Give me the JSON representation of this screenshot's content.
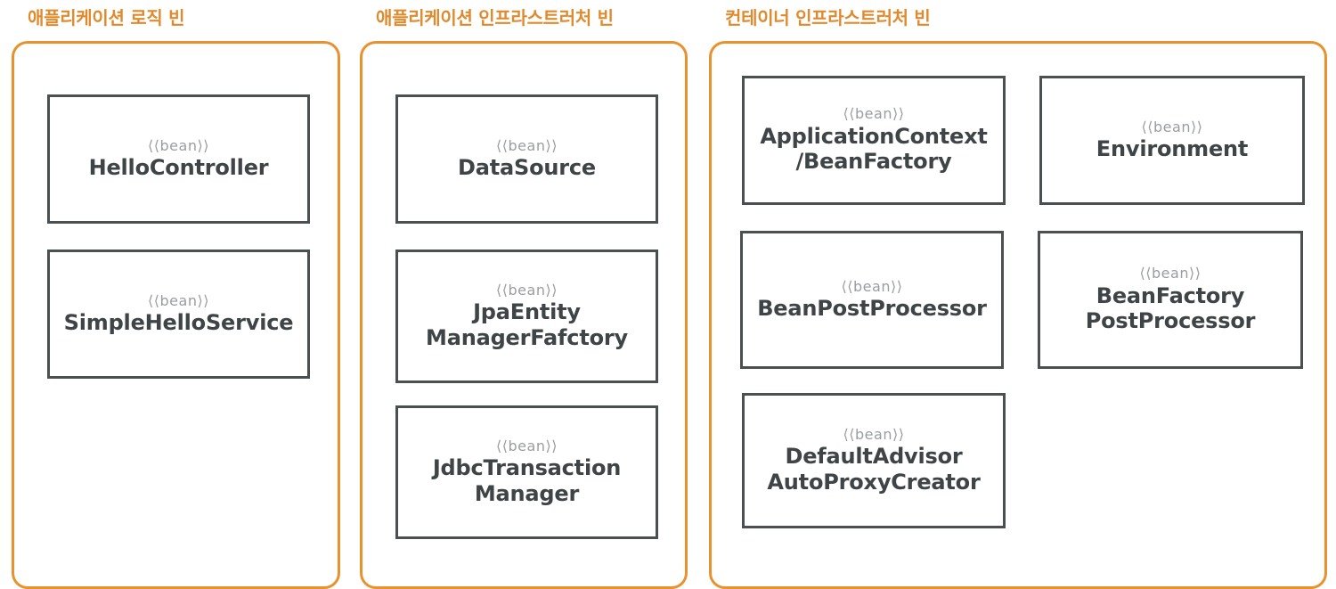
{
  "diagram": {
    "stereotype": "⟨⟨bean⟩⟩",
    "accent_color": "#e8922f",
    "title_color": "#e08a2e",
    "box_border_color": "#4a4f52",
    "box_text_color": "#3f4446",
    "stereotype_color": "#9a9da0",
    "groups": [
      {
        "id": "app-logic",
        "title": "애플리케이션 로직 빈",
        "beans": [
          {
            "stereotype": "⟨⟨bean⟩⟩",
            "name": "HelloController"
          },
          {
            "stereotype": "⟨⟨bean⟩⟩",
            "name": "SimpleHelloService"
          }
        ]
      },
      {
        "id": "app-infra",
        "title": "애플리케이션 인프라스트러처 빈",
        "beans": [
          {
            "stereotype": "⟨⟨bean⟩⟩",
            "name": "DataSource"
          },
          {
            "stereotype": "⟨⟨bean⟩⟩",
            "name": "JpaEntity\nManagerFafctory"
          },
          {
            "stereotype": "⟨⟨bean⟩⟩",
            "name": "JdbcTransaction\nManager"
          }
        ]
      },
      {
        "id": "container-infra",
        "title": "컨테이너 인프라스트러처 빈",
        "beans": [
          {
            "stereotype": "⟨⟨bean⟩⟩",
            "name": "ApplicationContext\n/BeanFactory"
          },
          {
            "stereotype": "⟨⟨bean⟩⟩",
            "name": "Environment"
          },
          {
            "stereotype": "⟨⟨bean⟩⟩",
            "name": "BeanPostProcessor"
          },
          {
            "stereotype": "⟨⟨bean⟩⟩",
            "name": "BeanFactory\nPostProcessor"
          },
          {
            "stereotype": "⟨⟨bean⟩⟩",
            "name": "DefaultAdvisor\nAutoProxyCreator"
          }
        ]
      }
    ]
  }
}
